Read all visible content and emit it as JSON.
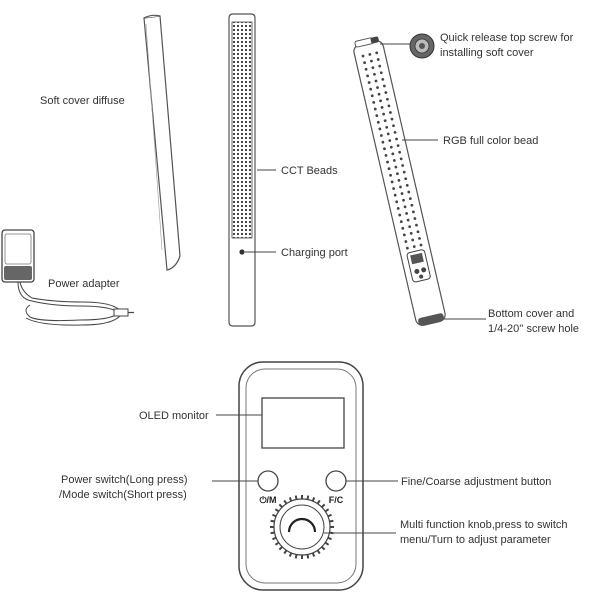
{
  "labels": {
    "soft_cover": "Soft cover diffuse",
    "power_adapter": "Power adapter",
    "cct_beads": "CCT Beads",
    "charging_port": "Charging port",
    "quick_release_1": "Quick release top screw for",
    "quick_release_2": "installing soft cover",
    "rgb_bead": "RGB full color bead",
    "bottom_cover_1": "Bottom cover and",
    "bottom_cover_2": "1/4-20'' screw hole",
    "oled_monitor": "OLED monitor",
    "power_switch_1": "Power switch(Long press)",
    "power_switch_2": "/Mode switch(Short press)",
    "fine_coarse": "Fine/Coarse adjustment button",
    "knob_1": "Multi function knob,press to switch",
    "knob_2": "menu/Turn to adjust parameter"
  },
  "buttons": {
    "power_mode": "⏻/M",
    "fine_coarse": "F/C"
  }
}
